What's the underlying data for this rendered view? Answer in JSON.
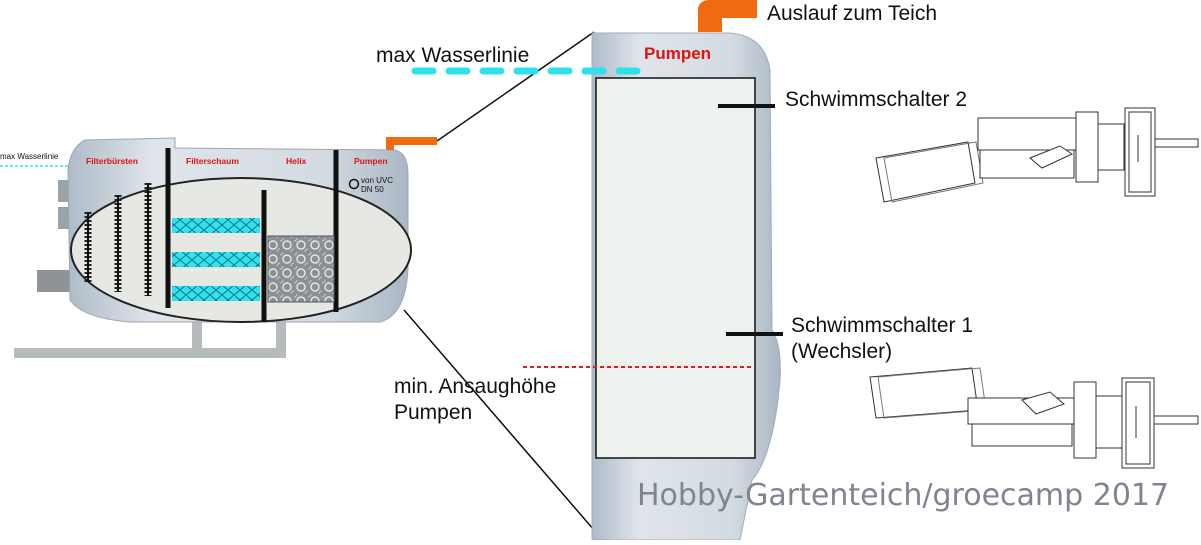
{
  "small_unit": {
    "max_waterline_label": "max Wasserlinie",
    "chambers": [
      "Filterbürsten",
      "Filterschaum",
      "Helix",
      "Pumpen"
    ],
    "inlet_label_line1": "von UVC",
    "inlet_label_line2": "DN 50"
  },
  "detail": {
    "outlet_label": "Auslauf zum Teich",
    "max_waterline_label": "max Wasserlinie",
    "chamber_title": "Pumpen",
    "switch2_label": "Schwimmschalter 2",
    "switch1_label_line1": "Schwimmschalter 1",
    "switch1_label_line2": "(Wechsler)",
    "min_intake_line1": "min. Ansaughöhe",
    "min_intake_line2": "Pumpen"
  },
  "credit": "Hobby-Gartenteich/groecamp 2017",
  "colors": {
    "housing": "#d6dde4",
    "chamber": "#eef2ef",
    "outlet": "#f06a10",
    "waterline": "#2ee0ea",
    "min_line": "#e01b1b",
    "filter_blue": "#2fe3f0",
    "chamber_label": "#e01212"
  }
}
